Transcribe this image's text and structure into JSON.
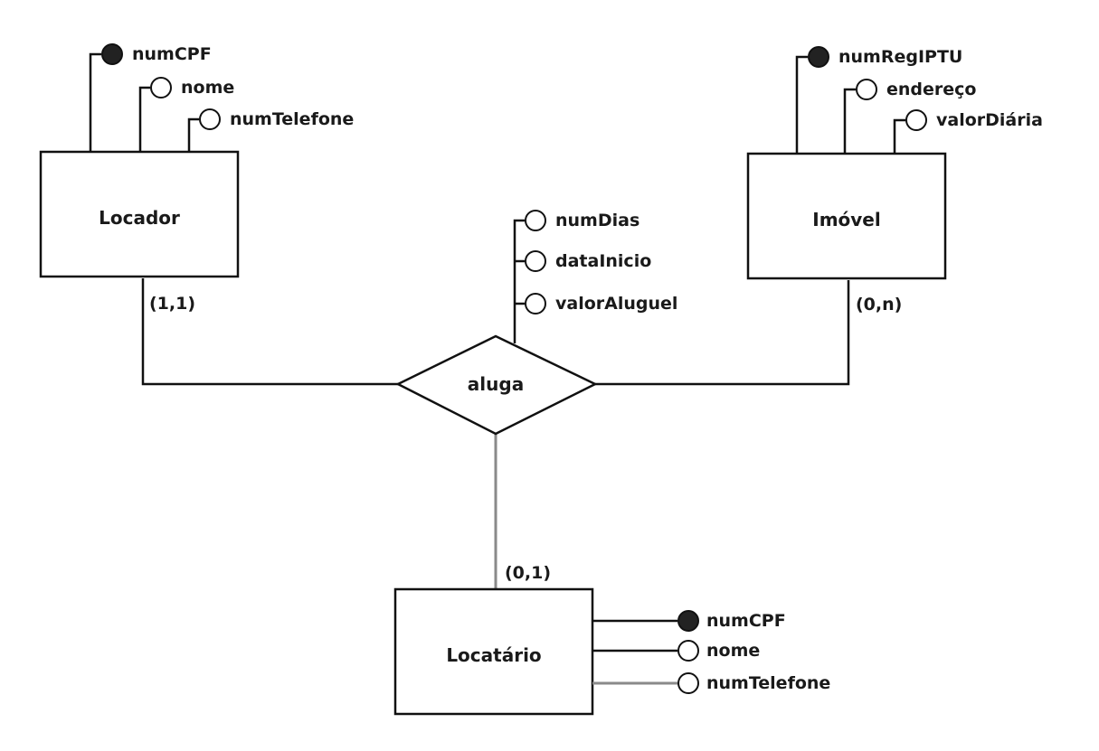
{
  "entities": {
    "locador": {
      "name": "Locador",
      "attributes": [
        "numCPF",
        "nome",
        "numTelefone"
      ],
      "key": "numCPF"
    },
    "imovel": {
      "name": "Imóvel",
      "attributes": [
        "numRegIPTU",
        "endereço",
        "valorDiária"
      ],
      "key": "numRegIPTU"
    },
    "locatario": {
      "name": "Locatário",
      "attributes": [
        "numCPF",
        "nome",
        "numTelefone"
      ],
      "key": "numCPF"
    }
  },
  "relationship": {
    "name": "aluga",
    "attributes": [
      "numDias",
      "dataInicio",
      "valorAluguel"
    ]
  },
  "cardinalities": {
    "locador": "(1,1)",
    "imovel": "(0,n)",
    "locatario": "(0,1)"
  },
  "colors": {
    "line": "#111111",
    "grey_line": "#8a8a8a",
    "key_fill": "#222222"
  }
}
